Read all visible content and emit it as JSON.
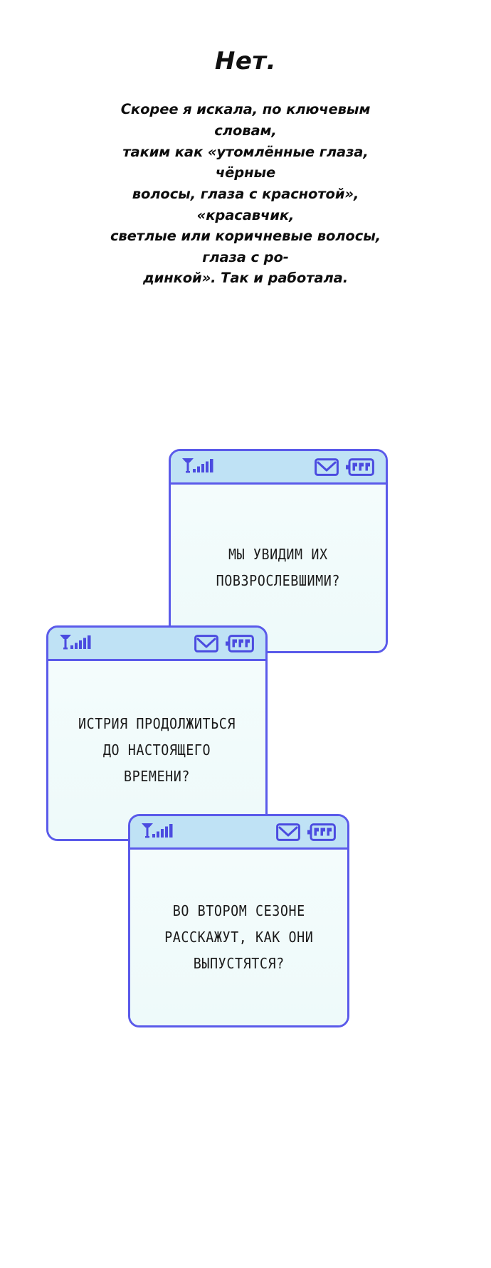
{
  "narration": {
    "title": "Нет.",
    "body": "Скорее я искала, по ключевым словам,\nтаким как «утомлённые глаза, чёрные\nволосы, глаза с краснотой», «красавчик,\nсветлые или коричневые волосы, глаза с ро-\nдинкой». Так и работала."
  },
  "colors": {
    "card_border": "#5a5aea",
    "statusbar_bg": "#bfe2f5",
    "screen_bg": "#f2fbfb",
    "icon": "#4b4be0",
    "text": "#1b1b1b"
  },
  "cards": [
    {
      "id": "card-1",
      "message": "МЫ УВИДИМ ИХ\nПОВЗРОСЛЕВШИМИ?",
      "status": {
        "signal_icon": "signal-bars-icon",
        "signal_bars": 5,
        "message_icon": "envelope-icon",
        "battery_icon": "battery-icon",
        "battery_segments": 3
      }
    },
    {
      "id": "card-2",
      "message": "ИСТРИЯ ПРОДОЛЖИТЬСЯ\nДО НАСТОЯЩЕГО ВРЕМЕНИ?",
      "status": {
        "signal_icon": "signal-bars-icon",
        "signal_bars": 5,
        "message_icon": "envelope-icon",
        "battery_icon": "battery-icon",
        "battery_segments": 3
      }
    },
    {
      "id": "card-3",
      "message": "ВО ВТОРОМ СЕЗОНЕ\nРАССКАЖУТ, КАК ОНИ\nВЫПУСТЯТСЯ?",
      "status": {
        "signal_icon": "signal-bars-icon",
        "signal_bars": 5,
        "message_icon": "envelope-icon",
        "battery_icon": "battery-icon",
        "battery_segments": 3
      }
    }
  ]
}
